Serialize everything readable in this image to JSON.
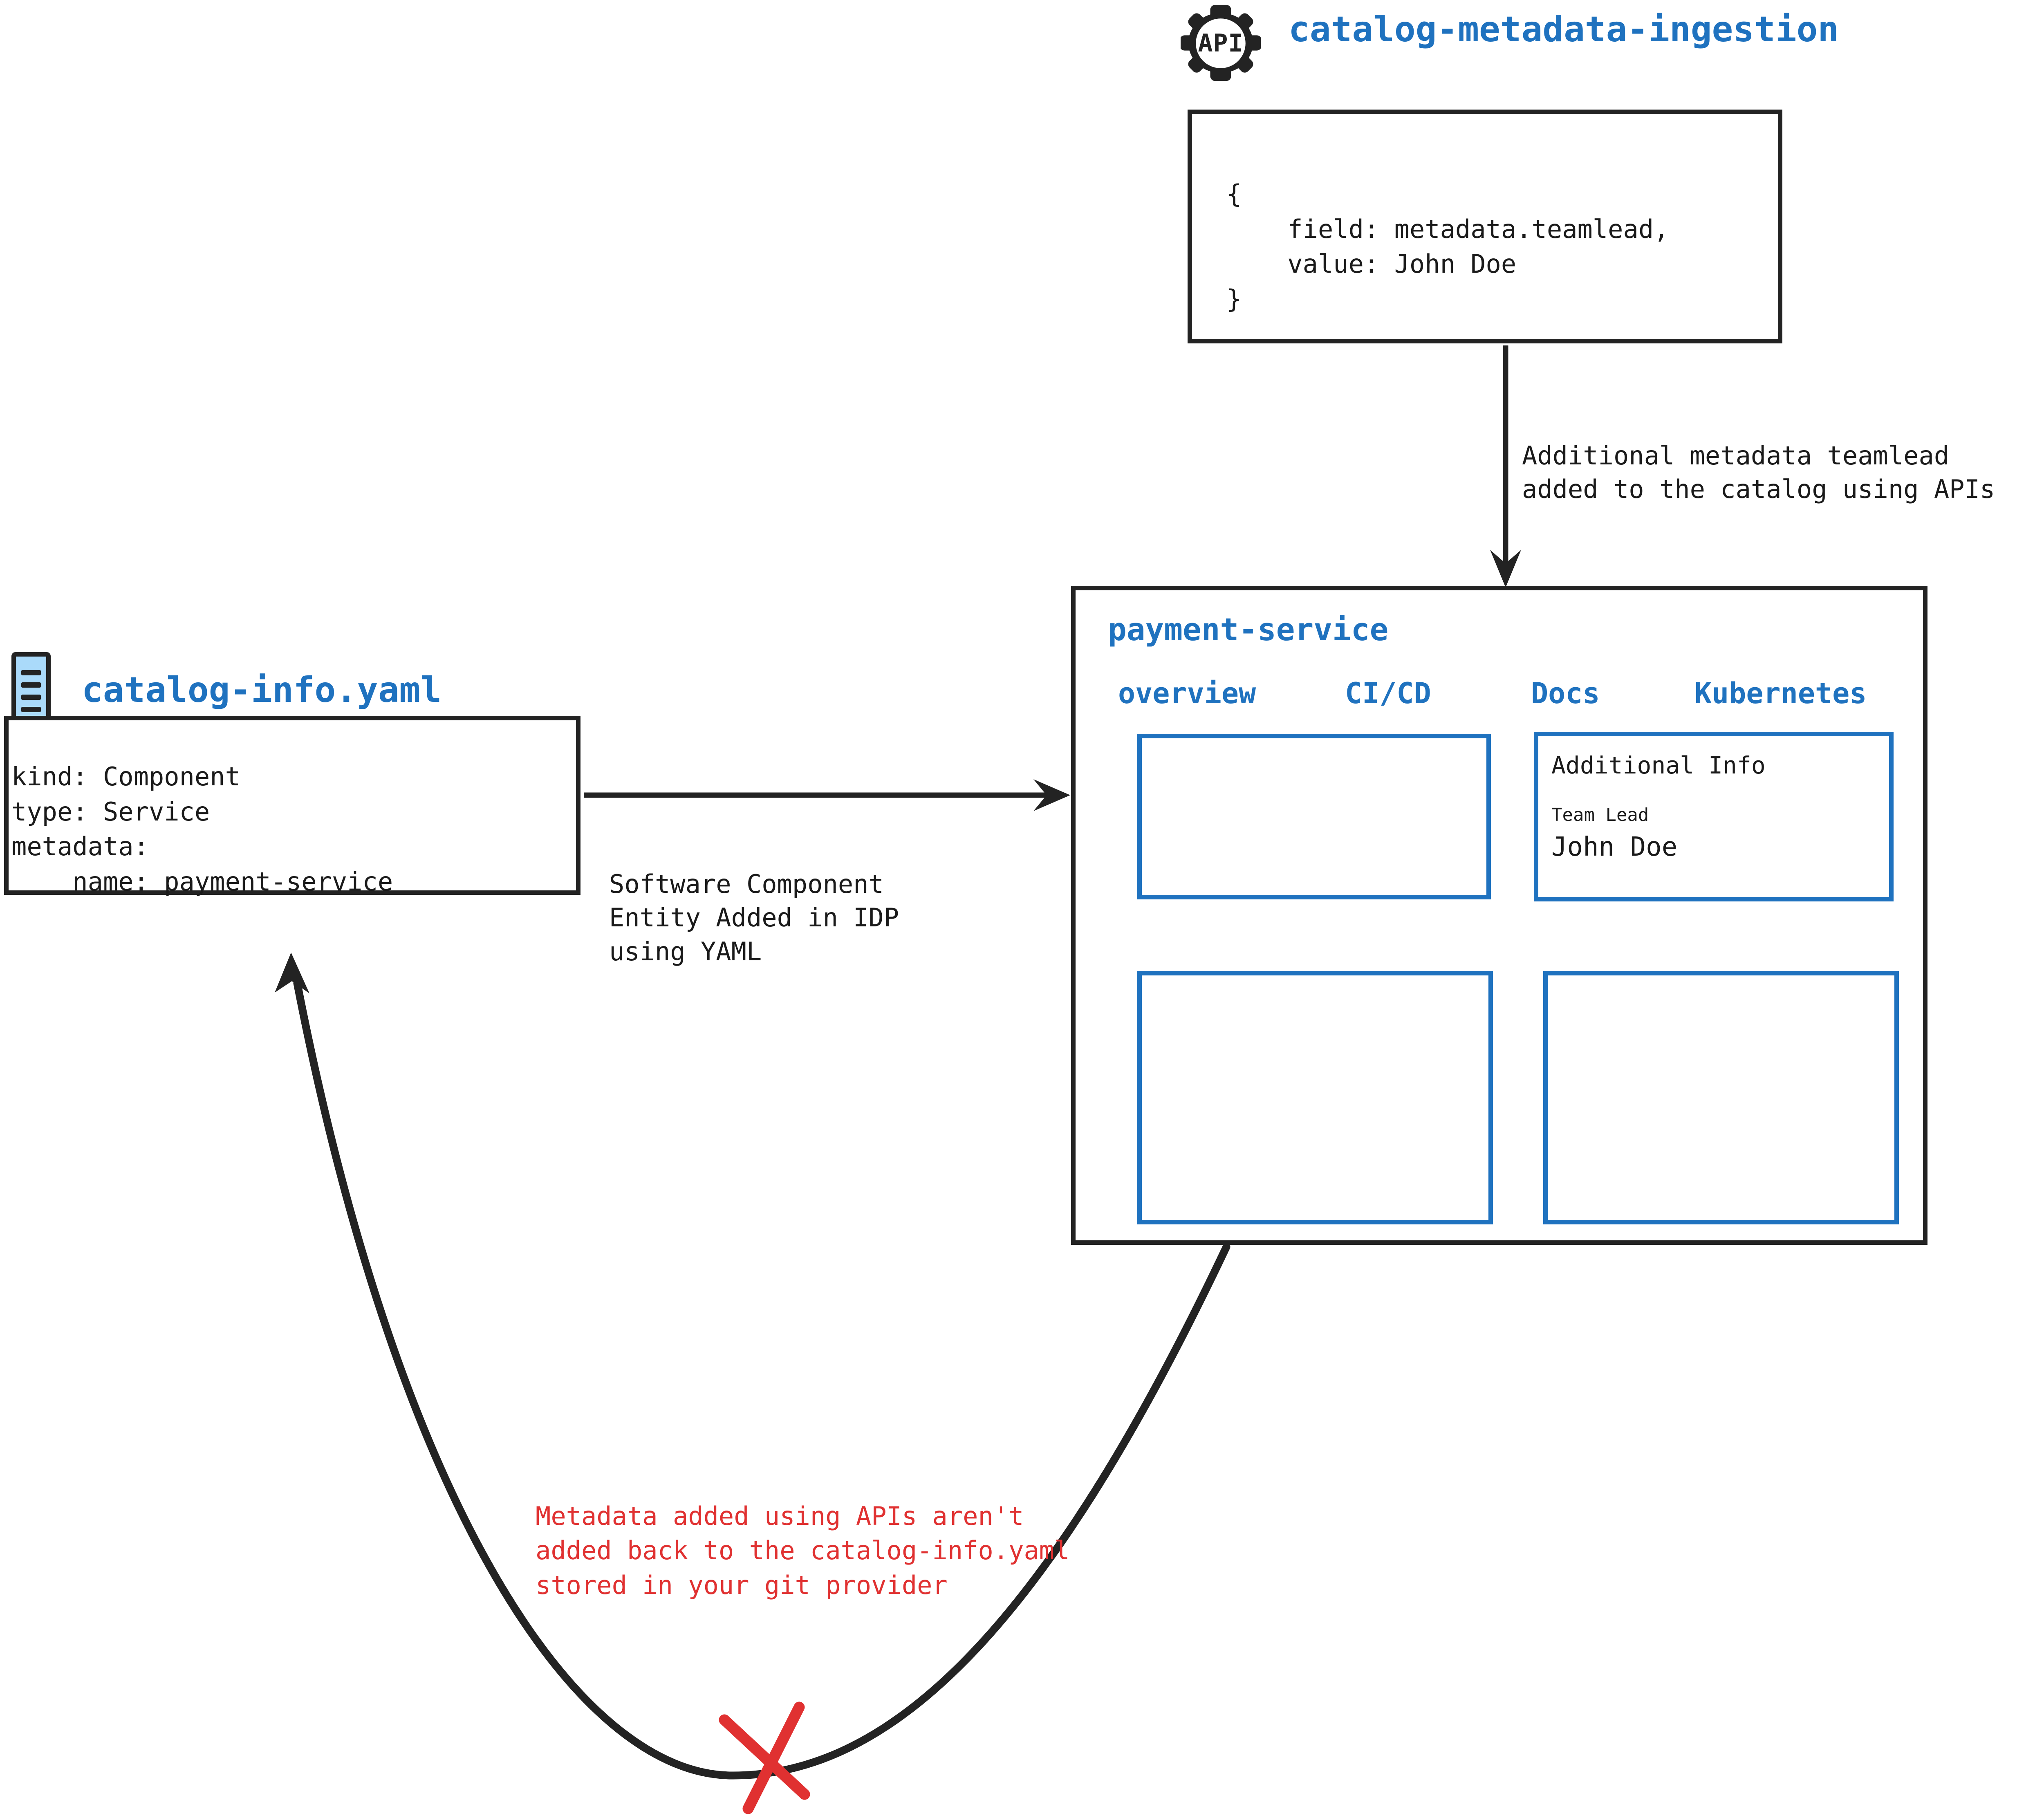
{
  "colors": {
    "accent_blue": "#1f72bf",
    "warning_red": "#e03131",
    "ink": "#232323",
    "icon_fill": "#aadafa"
  },
  "api_source": {
    "icon": "api-gear-icon",
    "icon_label": "API",
    "title": "catalog-metadata-ingestion",
    "code": "{\n    field: metadata.teamlead,\n    value: John Doe\n}"
  },
  "yaml_source": {
    "icon": "yaml-file-icon",
    "title": "catalog-info.yaml",
    "code": "kind: Component\ntype: Service\nmetadata:\n    name: payment-service"
  },
  "annotations": {
    "api_arrow": "Additional metadata teamlead\nadded to the catalog using APIs",
    "yaml_arrow": "Software Component\nEntity Added in IDP\nusing YAML",
    "warning": "Metadata added using APIs aren't\nadded back to the catalog-info.yaml\nstored in your git provider"
  },
  "panel": {
    "title": "payment-service",
    "tabs": [
      {
        "label": "overview"
      },
      {
        "label": "CI/CD"
      },
      {
        "label": "Docs"
      },
      {
        "label": "Kubernetes"
      }
    ],
    "cards": {
      "overview": {
        "content": ""
      },
      "additional_info": {
        "heading": "Additional Info",
        "field_label": "Team Lead",
        "field_value": "John Doe"
      },
      "bottom_left": {
        "content": ""
      },
      "bottom_right": {
        "content": ""
      }
    }
  }
}
